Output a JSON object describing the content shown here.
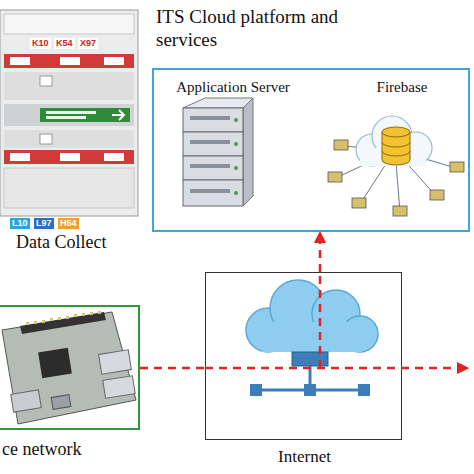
{
  "diagram": {
    "nodes": [
      {
        "text": [
          "ITS Cloud platform and services"
        ]
      },
      {
        "text": [
          "Application Server"
        ],
        "in": 0
      },
      {
        "text": [
          "Firebase"
        ],
        "in": 0
      },
      {
        "text": [
          "Data Collect"
        ]
      },
      {
        "text": [
          "ce network"
        ]
      },
      {
        "text": [
          "Internet"
        ]
      }
    ],
    "edges": [
      {
        "from": 4,
        "to": 5,
        "arrow": "none"
      },
      {
        "from": 5,
        "to": 0,
        "arrow": "to"
      }
    ],
    "labels": [
      "K10",
      "K54",
      "X97",
      "L10",
      "L97",
      "H54"
    ]
  }
}
